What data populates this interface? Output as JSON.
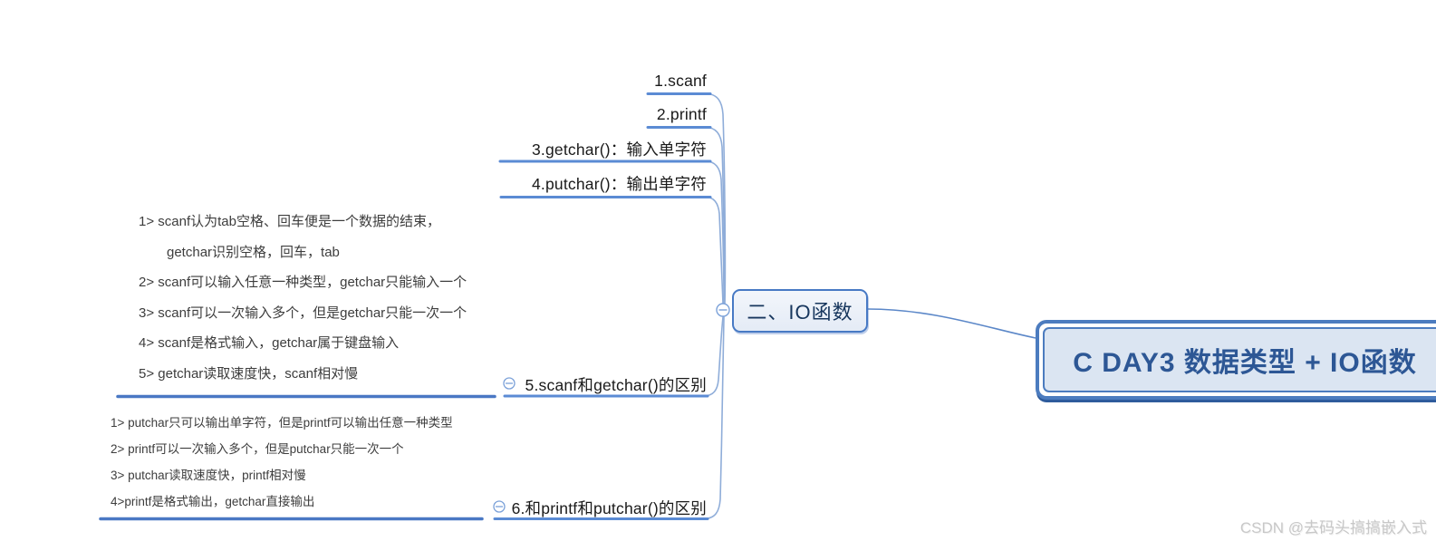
{
  "app": "mind-map",
  "main_topic": {
    "label": "C DAY3 数据类型 + IO函数"
  },
  "center_topic": {
    "label": "二、IO函数"
  },
  "branches": [
    {
      "label": "1.scanf"
    },
    {
      "label": "2.printf"
    },
    {
      "label": "3.getchar()：输入单字符"
    },
    {
      "label": "4.putchar()：输出单字符"
    },
    {
      "label": "5.scanf和getchar()的区别"
    },
    {
      "label": "6.和printf和putchar()的区别"
    }
  ],
  "notes_scanf_getchar": {
    "lines": [
      "1> scanf认为tab空格、回车便是一个数据的结束，",
      "getchar识别空格，回车，tab",
      "2> scanf可以输入任意一种类型，getchar只能输入一个",
      "3> scanf可以一次输入多个，但是getchar只能一次一个",
      "4> scanf是格式输入，getchar属于键盘输入",
      "5> getchar读取速度快，scanf相对慢"
    ]
  },
  "notes_printf_putchar": {
    "lines": [
      "1> putchar只可以输出单字符，但是printf可以输出任意一种类型",
      "2> printf可以一次输入多个，但是putchar只能一次一个",
      "3> putchar读取速度快，printf相对慢",
      "4>printf是格式输出，getchar直接输出"
    ]
  },
  "icons": {
    "collapse": "minus-circle-icon"
  },
  "colors": {
    "branch_line": "#8fadd9",
    "topic_underline": "#5b8bd4",
    "notes_underline": "#4a78c4",
    "node_border": "#4779c4",
    "main_border": "#4c7cbf",
    "main_fill": "#dbe5f2",
    "main_text": "#2d5795",
    "center_text": "#17365d",
    "watermark_text": "#c8c8c8"
  },
  "watermark": "CSDN @去码头搞搞嵌入式"
}
